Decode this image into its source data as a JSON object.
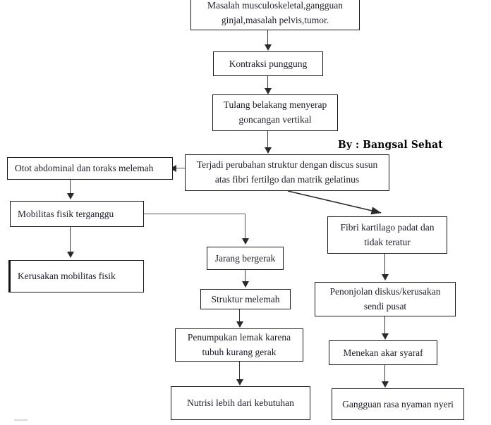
{
  "diagram": {
    "title_text": "Masalah musculoskeletal,gangguan ginjal,masalah pelvis,tumor.",
    "credit": "By : Bangsal Sehat",
    "nodes": [
      {
        "id": "n1",
        "label": "Masalah musculoskeletal,gangguan ginjal,masalah pelvis,tumor."
      },
      {
        "id": "n2",
        "label": "Kontraksi punggung"
      },
      {
        "id": "n3",
        "label": "Tulang belakang menyerap goncangan vertikal"
      },
      {
        "id": "n4",
        "label": "Terjadi perubahan struktur dengan discus susun atas fibri fertilgo dan matrik gelatinus"
      },
      {
        "id": "n5",
        "label": "Otot abdominal dan toraks melemah"
      },
      {
        "id": "n6",
        "label": "Mobilitas fisik terganggu"
      },
      {
        "id": "n7",
        "label": "Kerusakan mobilitas fisik"
      },
      {
        "id": "n8",
        "label": "Jarang bergerak"
      },
      {
        "id": "n9",
        "label": "Struktur melemah"
      },
      {
        "id": "n10",
        "label": "Penumpukan lemak karena tubuh kurang gerak"
      },
      {
        "id": "n11",
        "label": "Nutrisi lebih dari kebutuhan"
      },
      {
        "id": "n12",
        "label": "Fibri kartilago padat dan tidak teratur"
      },
      {
        "id": "n13",
        "label": "Penonjolan diskus/kerusakan sendi pusat"
      },
      {
        "id": "n14",
        "label": "Menekan akar syaraf"
      },
      {
        "id": "n15",
        "label": "Gangguan rasa nyaman nyeri"
      }
    ],
    "edges": [
      {
        "from": "n1",
        "to": "n2",
        "kind": "vertical-arrow"
      },
      {
        "from": "n2",
        "to": "n3",
        "kind": "vertical-arrow"
      },
      {
        "from": "n3",
        "to": "n4",
        "kind": "vertical-arrow"
      },
      {
        "from": "n4",
        "to": "n5",
        "kind": "horizontal-arrow-left"
      },
      {
        "from": "n4",
        "to": "n12",
        "kind": "diagonal-arrow"
      },
      {
        "from": "n5",
        "to": "n6",
        "kind": "vertical-arrow"
      },
      {
        "from": "n6",
        "to": "n7",
        "kind": "vertical-arrow"
      },
      {
        "from": "n6",
        "to": "n8",
        "kind": "elbow-arrow"
      },
      {
        "from": "n8",
        "to": "n9",
        "kind": "vertical-arrow"
      },
      {
        "from": "n9",
        "to": "n10",
        "kind": "vertical-arrow"
      },
      {
        "from": "n10",
        "to": "n11",
        "kind": "vertical-arrow"
      },
      {
        "from": "n12",
        "to": "n13",
        "kind": "vertical-arrow"
      },
      {
        "from": "n13",
        "to": "n14",
        "kind": "vertical-arrow"
      },
      {
        "from": "n14",
        "to": "n15",
        "kind": "vertical-arrow"
      }
    ],
    "colors": {
      "background": "#ffffff",
      "box_border": "#1a1a1a",
      "text": "#1c1c28",
      "connector": "#3a3a3a",
      "credit": "#000000"
    }
  }
}
